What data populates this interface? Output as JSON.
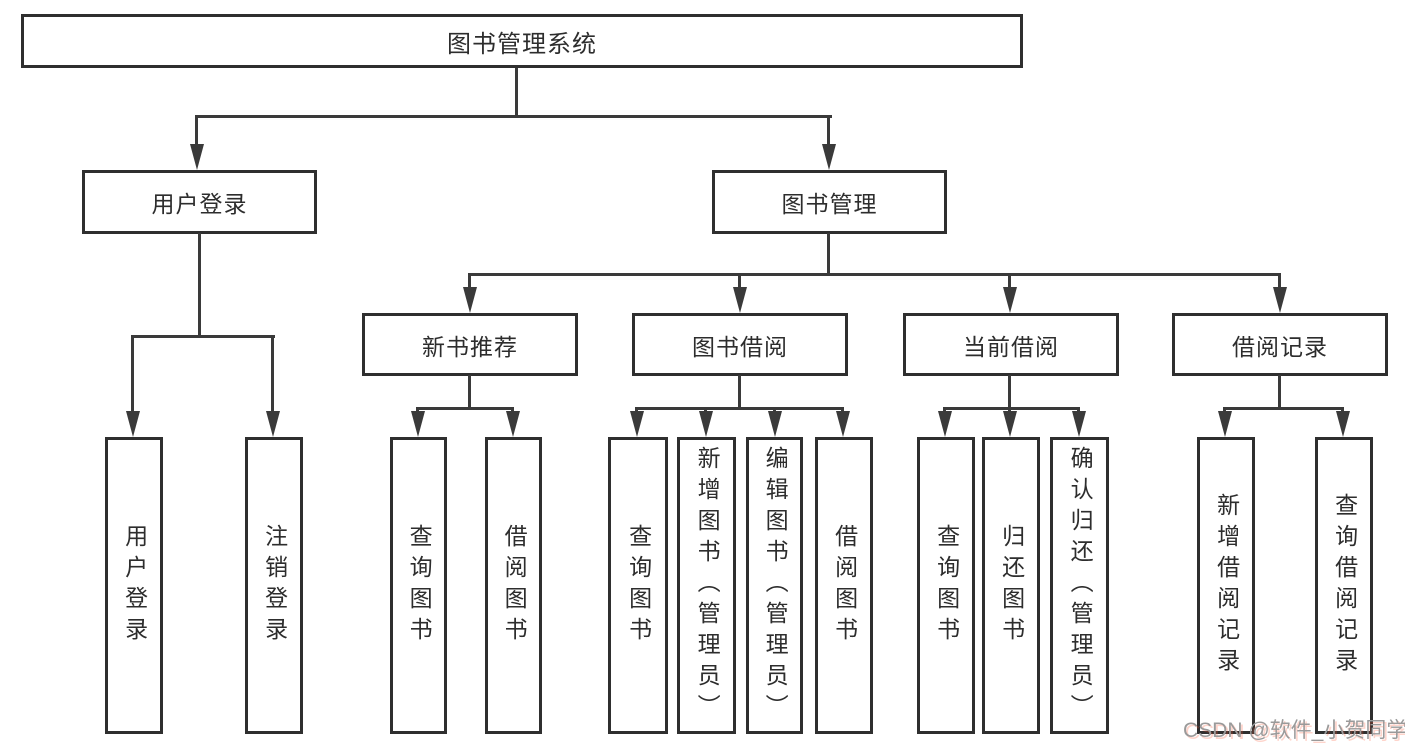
{
  "diagram": {
    "root": "图书管理系统",
    "branches": {
      "user_login": {
        "label": "用户登录",
        "children": [
          "用户登录",
          "注销登录"
        ]
      },
      "book_management": {
        "label": "图书管理",
        "groups": [
          {
            "label": "新书推荐",
            "children": [
              "查询图书",
              "借阅图书"
            ]
          },
          {
            "label": "图书借阅",
            "children": [
              "查询图书",
              "新增图书（管理员）",
              "编辑图书（管理员）",
              "借阅图书"
            ]
          },
          {
            "label": "当前借阅",
            "children": [
              "查询图书",
              "归还图书",
              "确认归还（管理员）"
            ]
          },
          {
            "label": "借阅记录",
            "children": [
              "新增借阅记录",
              "查询借阅记录"
            ]
          }
        ]
      }
    }
  },
  "watermark": "CSDN @软件_小贺同学",
  "colors": {
    "background": "#ffffff",
    "box_border": "#2f2f2f",
    "connector_line": "#3a3a3a",
    "text": "#2d2d2d",
    "watermark_gray": "#9a9a9a",
    "watermark_accent": "#fc5531"
  }
}
